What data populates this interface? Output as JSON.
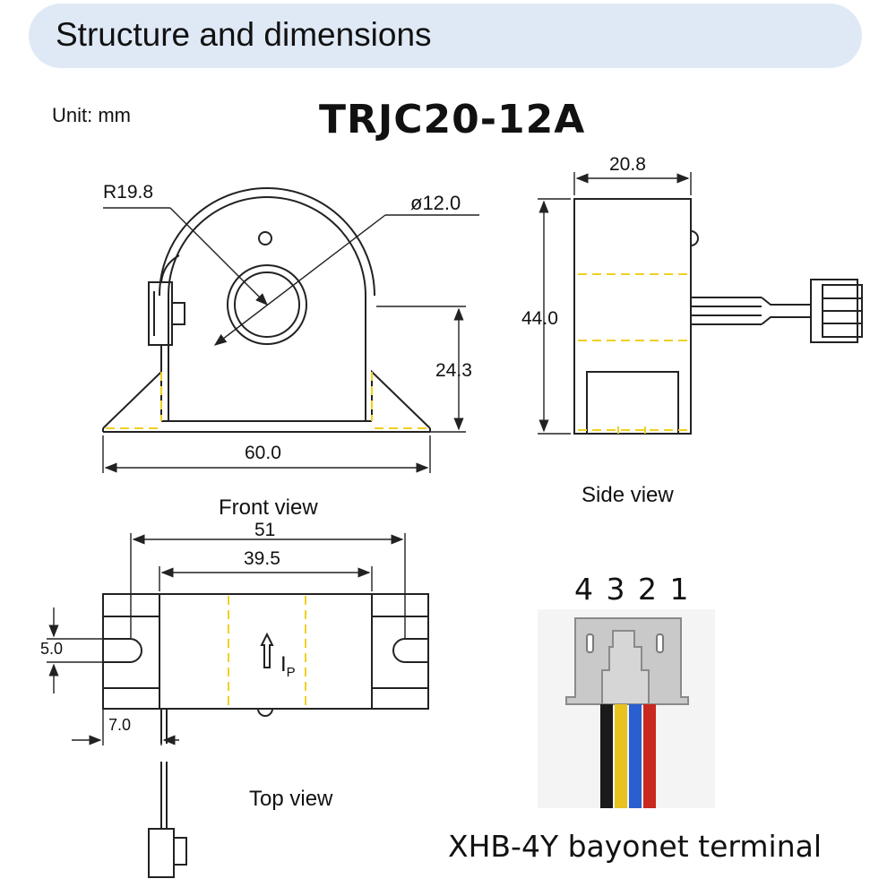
{
  "header": {
    "title": "Structure and dimensions"
  },
  "unit_label": "Unit: mm",
  "model": "TRJC20-12A",
  "front_view": {
    "caption": "Front view",
    "radius": "R19.8",
    "diameter": "ø12.0",
    "height_dim": "24.3",
    "width_dim": "60.0"
  },
  "side_view": {
    "caption": "Side view",
    "width_dim": "20.8",
    "height_dim": "44.0"
  },
  "top_view": {
    "caption": "Top view",
    "outer_dim": "51",
    "inner_dim": "39.5",
    "slot_dim": "5.0",
    "offset_dim": "7.0",
    "current_label": "I",
    "current_sub": "P"
  },
  "terminal": {
    "pin_numbers": "4 3 2 1",
    "title": "XHB-4Y bayonet terminal",
    "wire_colors": [
      "#1a1a1a",
      "#e8c320",
      "#2a5fd0",
      "#c8281e"
    ]
  },
  "colors": {
    "header_bg": "#dfe9f6",
    "line": "#222222",
    "hidden_line": "#f0d020"
  }
}
